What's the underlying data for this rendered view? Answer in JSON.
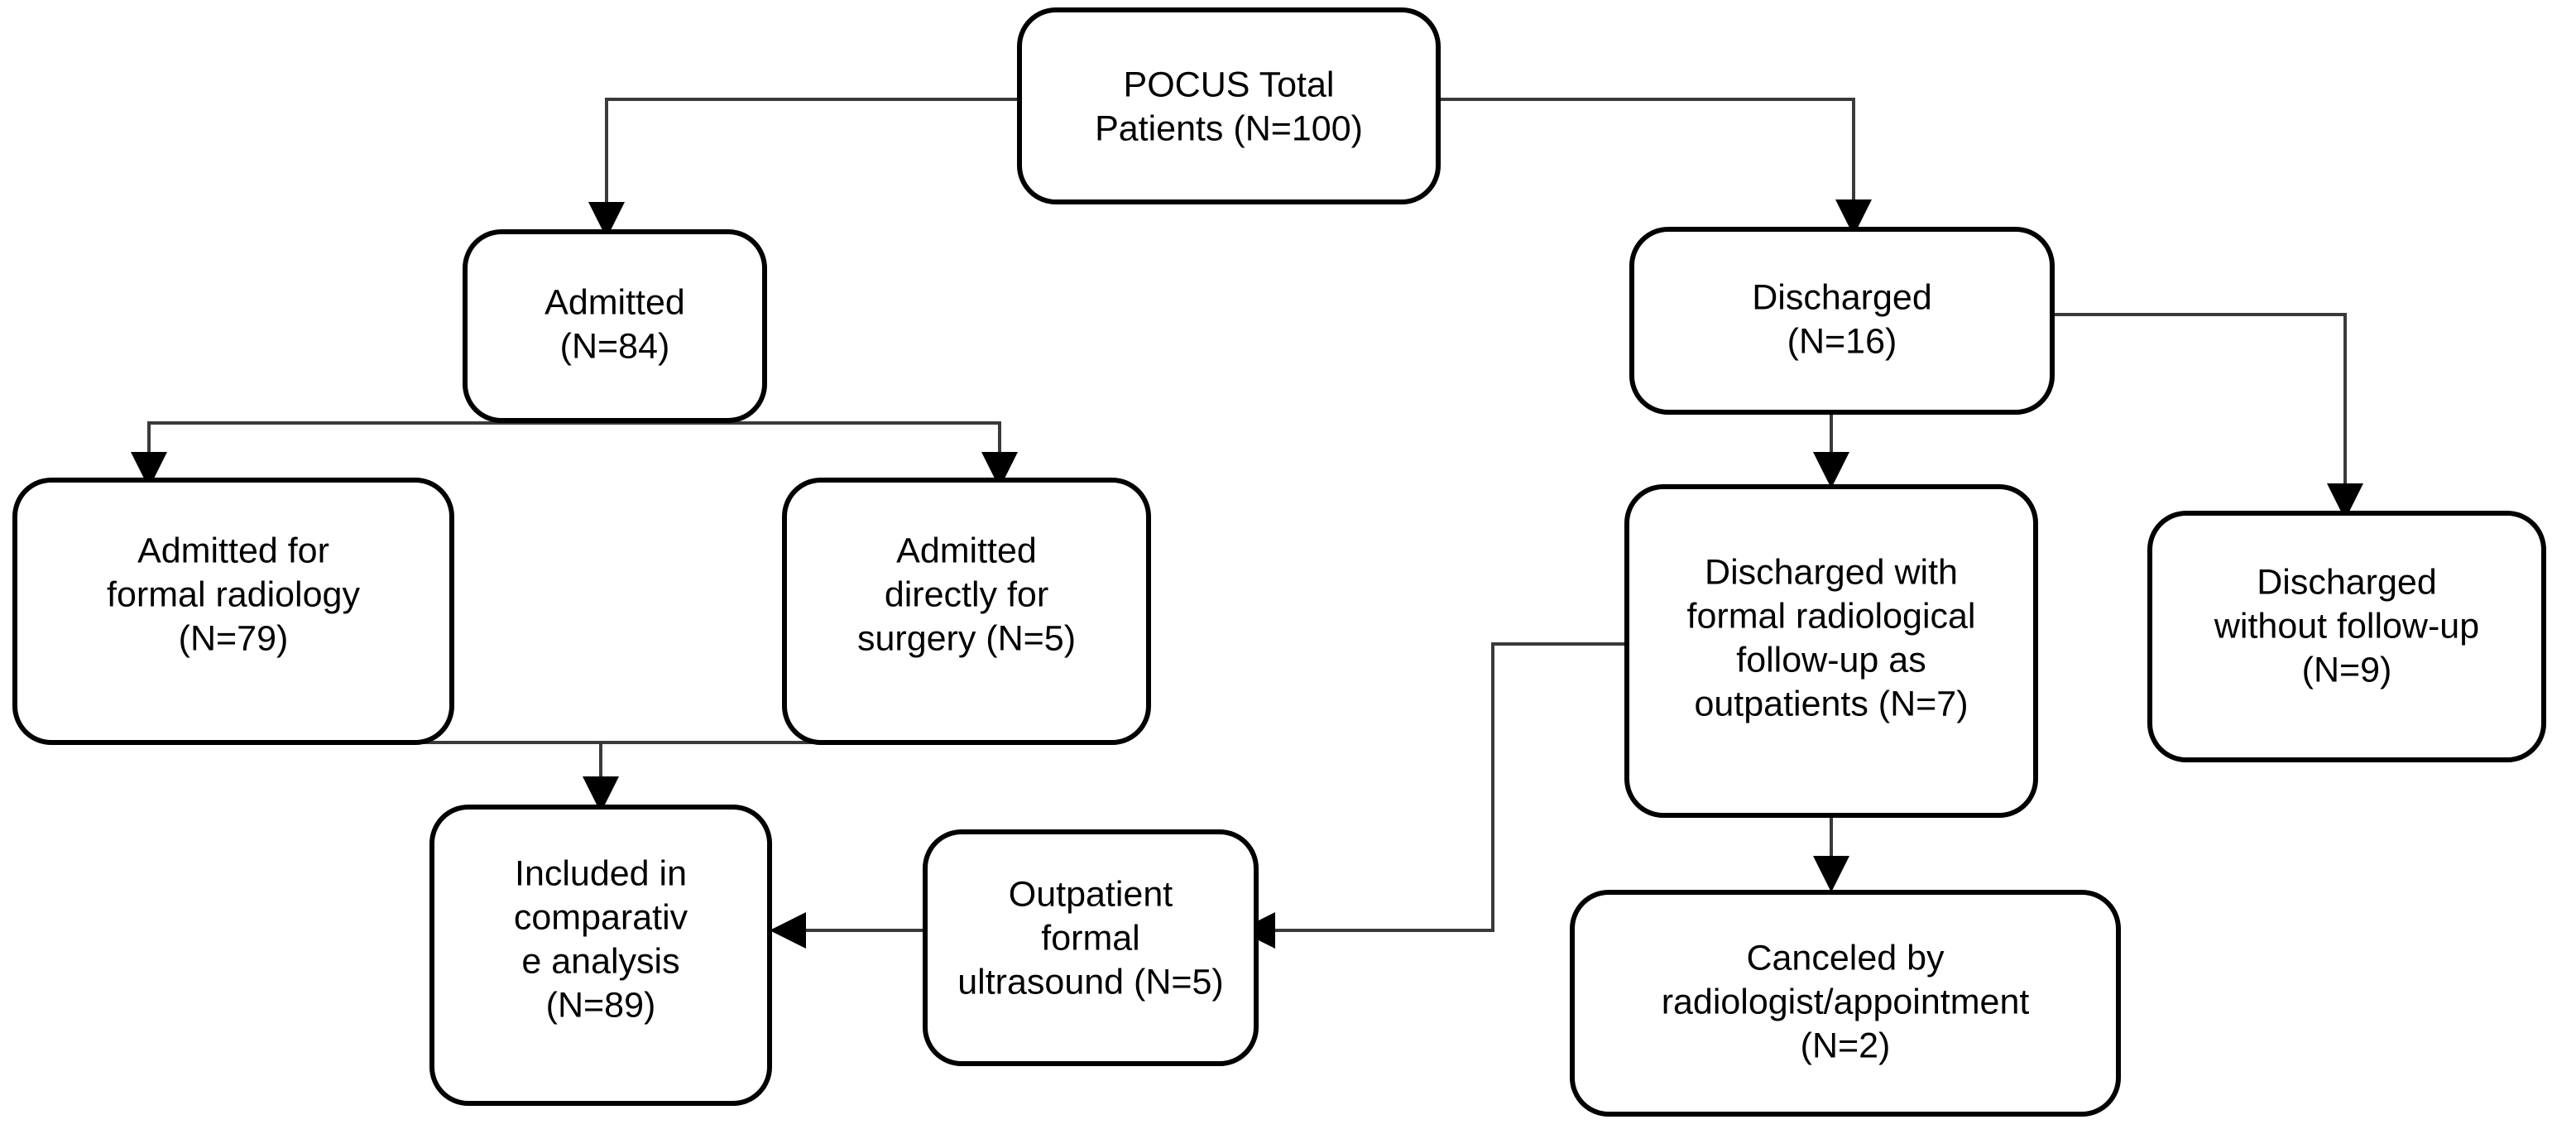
{
  "diagram": {
    "title": "POCUS Patient Flow",
    "type": "flowchart",
    "background_color": "#ffffff",
    "box_border_color": "#000000",
    "box_fill_color": "#ffffff",
    "connector_color": "#3a3a3a",
    "text_color": "#000000"
  },
  "nodes": {
    "pocus_total": {
      "id": "pocus-total-patients",
      "lines": [
        "POCUS Total",
        "Patients (N=100)"
      ],
      "count": 100
    },
    "admitted": {
      "id": "admitted",
      "lines": [
        "Admitted",
        "(N=84)"
      ],
      "count": 84
    },
    "discharged": {
      "id": "discharged",
      "lines": [
        "Discharged",
        "(N=16)"
      ],
      "count": 16
    },
    "admitted_formal_radiology": {
      "id": "admitted-for-formal-radiology",
      "lines": [
        "Admitted for",
        "formal radiology",
        "(N=79)"
      ],
      "count": 79
    },
    "admitted_surgery": {
      "id": "admitted-directly-for-surgery",
      "lines": [
        "Admitted",
        "directly for",
        "surgery (N=5)"
      ],
      "count": 5
    },
    "discharged_with_followup": {
      "id": "discharged-with-formal-radiological-followup",
      "lines": [
        "Discharged with",
        "formal radiological",
        "follow-up as",
        "outpatients (N=7)"
      ],
      "count": 7
    },
    "discharged_without_followup": {
      "id": "discharged-without-followup",
      "lines": [
        "Discharged",
        "without follow-up",
        "(N=9)"
      ],
      "count": 9
    },
    "included_analysis": {
      "id": "included-in-comparative-analysis",
      "lines": [
        "Included in",
        "comparativ",
        "e analysis",
        "(N=89)"
      ],
      "count": 89
    },
    "outpatient_ultrasound": {
      "id": "outpatient-formal-ultrasound",
      "lines": [
        "Outpatient",
        "formal",
        "ultrasound (N=5)"
      ],
      "count": 5
    },
    "canceled": {
      "id": "canceled-by-radiologist-appointment",
      "lines": [
        "Canceled by",
        "radiologist/appointment",
        "(N=2)"
      ],
      "count": 2
    }
  },
  "edges": [
    {
      "id": "edge-pocus-to-admitted",
      "from": "pocus_total",
      "to": "admitted",
      "arrow": "down"
    },
    {
      "id": "edge-pocus-to-discharged",
      "from": "pocus_total",
      "to": "discharged",
      "arrow": "down"
    },
    {
      "id": "edge-admitted-to-radiology",
      "from": "admitted",
      "to": "admitted_formal_radiology",
      "arrow": "down"
    },
    {
      "id": "edge-admitted-to-surgery",
      "from": "admitted",
      "to": "admitted_surgery",
      "arrow": "down"
    },
    {
      "id": "edge-admitted-group-to-included",
      "from": "admitted_formal_radiology",
      "to": "included_analysis",
      "arrow": "down"
    },
    {
      "id": "edge-discharged-to-followup",
      "from": "discharged",
      "to": "discharged_with_followup",
      "arrow": "down"
    },
    {
      "id": "edge-discharged-to-no-followup",
      "from": "discharged",
      "to": "discharged_without_followup",
      "arrow": "down"
    },
    {
      "id": "edge-followup-to-canceled",
      "from": "discharged_with_followup",
      "to": "canceled",
      "arrow": "down"
    },
    {
      "id": "edge-followup-to-outpatient-us",
      "from": "discharged_with_followup",
      "to": "outpatient_ultrasound",
      "arrow": "left"
    },
    {
      "id": "edge-outpatient-us-to-included",
      "from": "outpatient_ultrasound",
      "to": "included_analysis",
      "arrow": "left"
    }
  ],
  "chart_data": {
    "type": "flowchart",
    "title": "POCUS Total Patients cohort flow",
    "stages": [
      {
        "label": "POCUS Total Patients",
        "n": 100
      },
      {
        "label": "Admitted",
        "n": 84
      },
      {
        "label": "Discharged",
        "n": 16
      },
      {
        "label": "Admitted for formal radiology",
        "n": 79
      },
      {
        "label": "Admitted directly for surgery",
        "n": 5
      },
      {
        "label": "Discharged with formal radiological follow-up as outpatients",
        "n": 7
      },
      {
        "label": "Discharged without follow-up",
        "n": 9
      },
      {
        "label": "Outpatient formal ultrasound",
        "n": 5
      },
      {
        "label": "Canceled by radiologist/appointment",
        "n": 2
      },
      {
        "label": "Included in comparative analysis",
        "n": 89
      }
    ]
  }
}
